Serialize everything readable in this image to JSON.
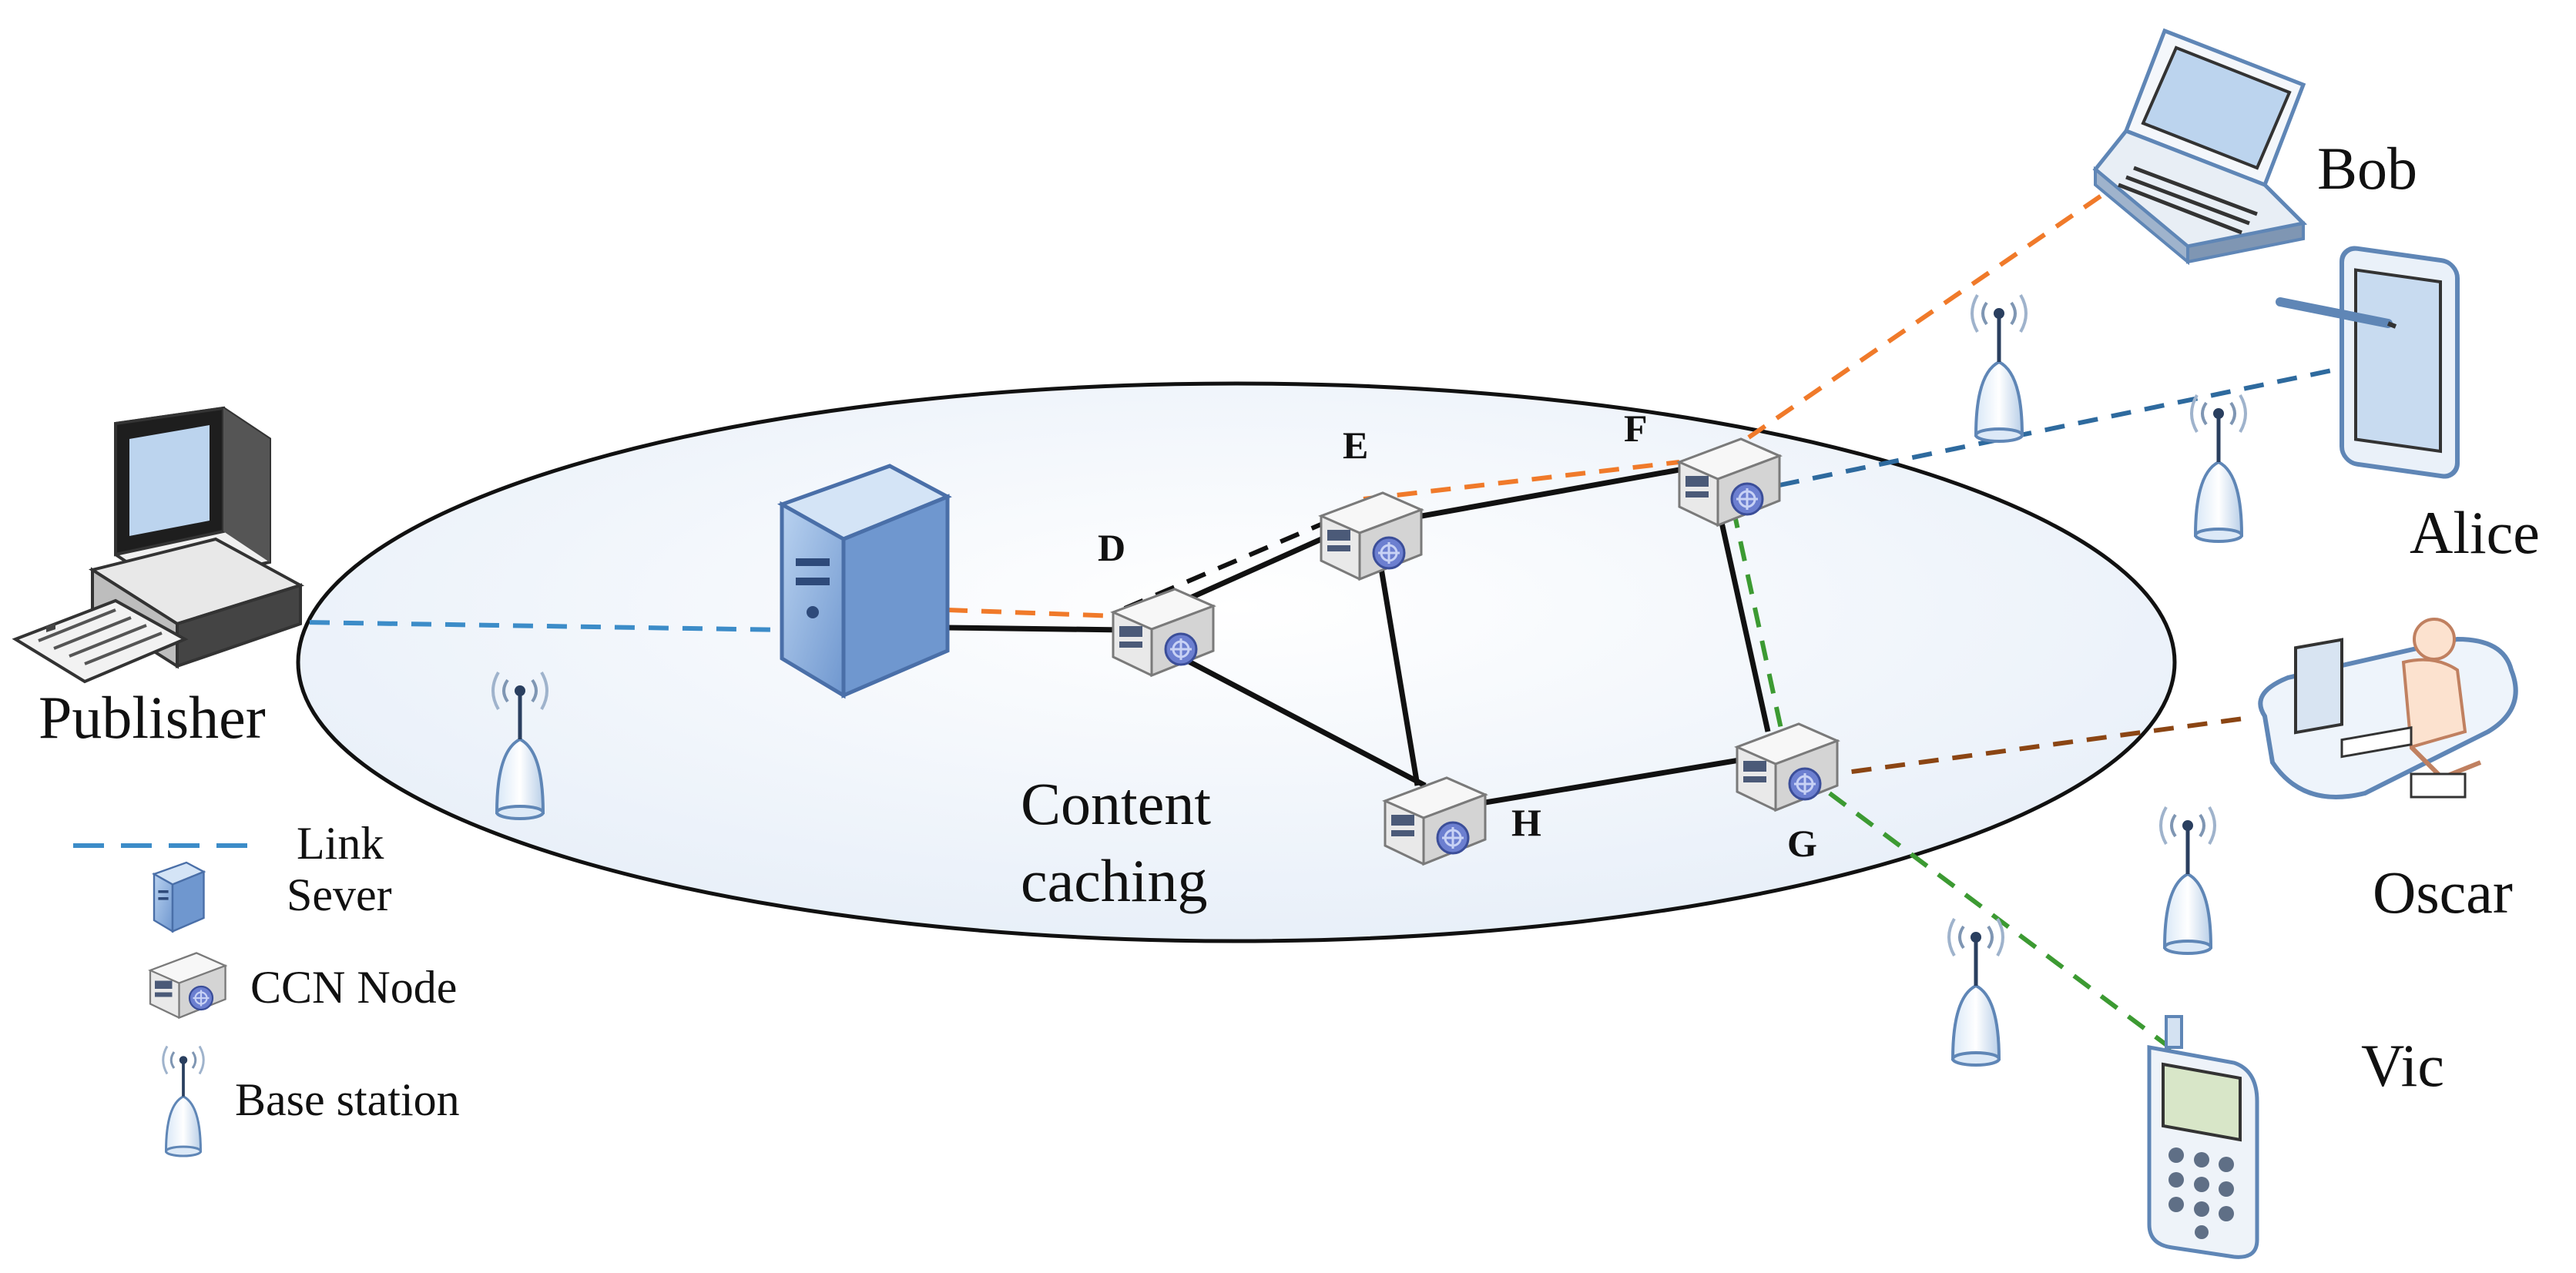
{
  "title": "",
  "labels": {
    "publisher": "Publisher",
    "bob": "Bob",
    "alice": "Alice",
    "oscar": "Oscar",
    "vic": "Vic",
    "content_caching_line1": "Content",
    "content_caching_line2": "caching"
  },
  "nodes": {
    "D": "D",
    "E": "E",
    "F": "F",
    "G": "G",
    "H": "H"
  },
  "legend": {
    "link": "Link",
    "server": "Sever",
    "ccn_node": "CCN Node",
    "base_station": "Base station"
  },
  "colors": {
    "link_blue": "#3c8cc8",
    "path_orange": "#f07a2a",
    "path_blue": "#2e6a9e",
    "path_green": "#3c9a32",
    "path_brown": "#8b4513",
    "solid_link": "#000000",
    "ellipse_fill": "#eef3fb",
    "server_fill": "#8fb4e3"
  },
  "icons": [
    "desktop-computer-icon",
    "server-icon",
    "ccn-node-icon",
    "base-station-icon",
    "laptop-icon",
    "tablet-icon",
    "workstation-user-icon",
    "mobile-phone-icon"
  ]
}
